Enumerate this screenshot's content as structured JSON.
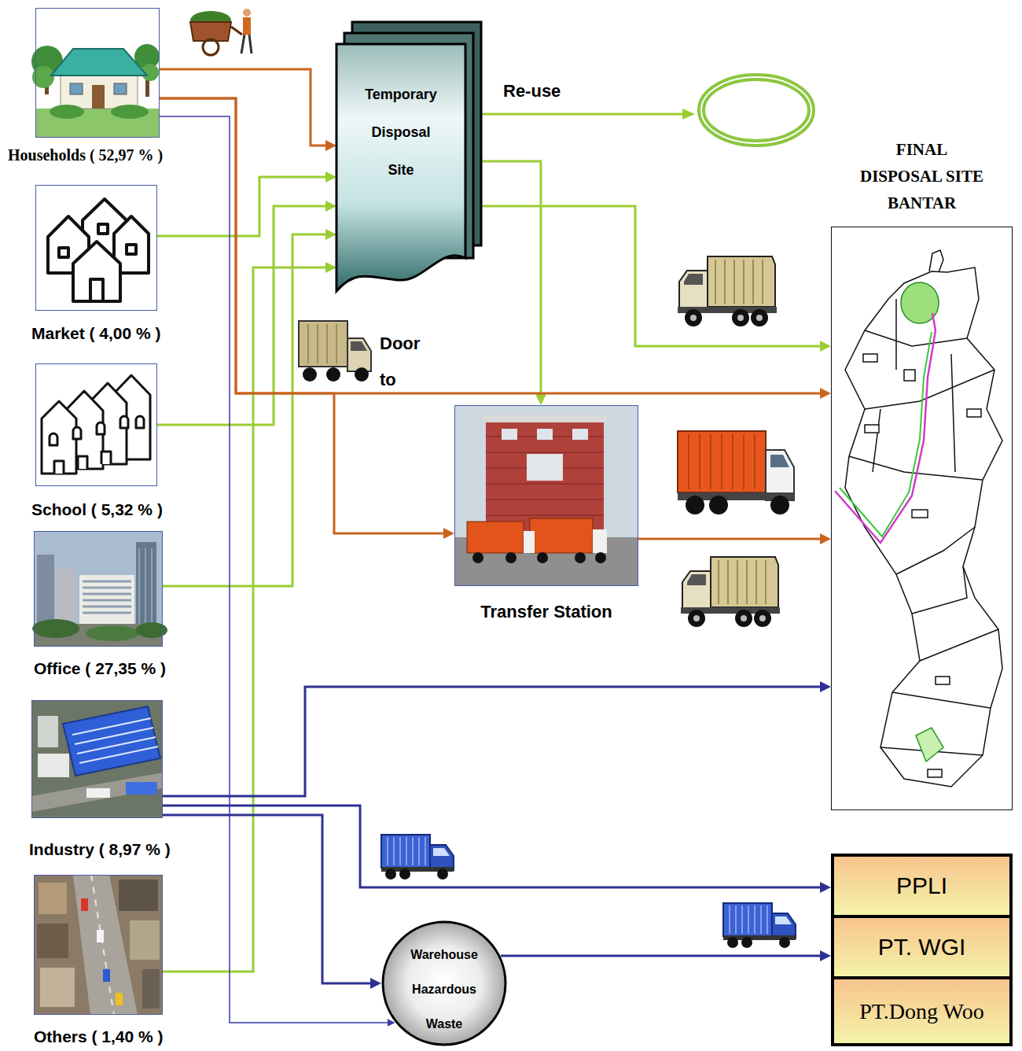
{
  "diagram": {
    "nodes": [
      {
        "text": [
          "Households ( 52,97 % )"
        ]
      },
      {
        "text": [
          "Temporary Disposal Site"
        ]
      },
      {
        "text": [
          "FINAL DISPOSAL SITE BANTAR"
        ]
      },
      {
        "text": [
          "Market ( 4,00 % )"
        ]
      },
      {
        "text": [
          "School ( 5,32 % )"
        ]
      },
      {
        "text": [
          "Transfer Station"
        ]
      },
      {
        "text": [
          "Office ( 27,35 % )"
        ]
      },
      {
        "text": [
          "Industry ( 8,97 % )"
        ]
      },
      {
        "text": [
          "PPLI"
        ]
      },
      {
        "text": [
          "PT. WGI"
        ]
      },
      {
        "text": [
          "PT.Dong Woo"
        ]
      },
      {
        "text": [
          "Others ( 1,40 % )"
        ]
      },
      {
        "text": [
          "Warehouse Hazardous Waste"
        ]
      }
    ],
    "edges": [
      {
        "from": 0,
        "to": 1,
        "arrow": "to"
      },
      {
        "from": 3,
        "to": 1,
        "arrow": "to"
      },
      {
        "from": 4,
        "to": 1,
        "arrow": "to"
      },
      {
        "from": 6,
        "to": 1,
        "arrow": "to"
      },
      {
        "from": 11,
        "to": 1,
        "arrow": "to"
      },
      {
        "from": 1,
        "to": 2,
        "arrow": "to"
      },
      {
        "from": 1,
        "to": 5,
        "arrow": "to"
      },
      {
        "from": 0,
        "to": 2,
        "arrow": "to"
      },
      {
        "from": 0,
        "to": 5,
        "arrow": "to"
      },
      {
        "from": 5,
        "to": 2,
        "arrow": "to"
      },
      {
        "from": 0,
        "to": 12,
        "arrow": "to"
      },
      {
        "from": 7,
        "to": 2,
        "arrow": "to"
      },
      {
        "from": 7,
        "to": 8,
        "arrow": "to"
      },
      {
        "from": 7,
        "to": 12,
        "arrow": "to"
      },
      {
        "from": 12,
        "to": 9,
        "arrow": "to"
      }
    ],
    "labels": [
      "Re-use",
      "Door to"
    ]
  }
}
